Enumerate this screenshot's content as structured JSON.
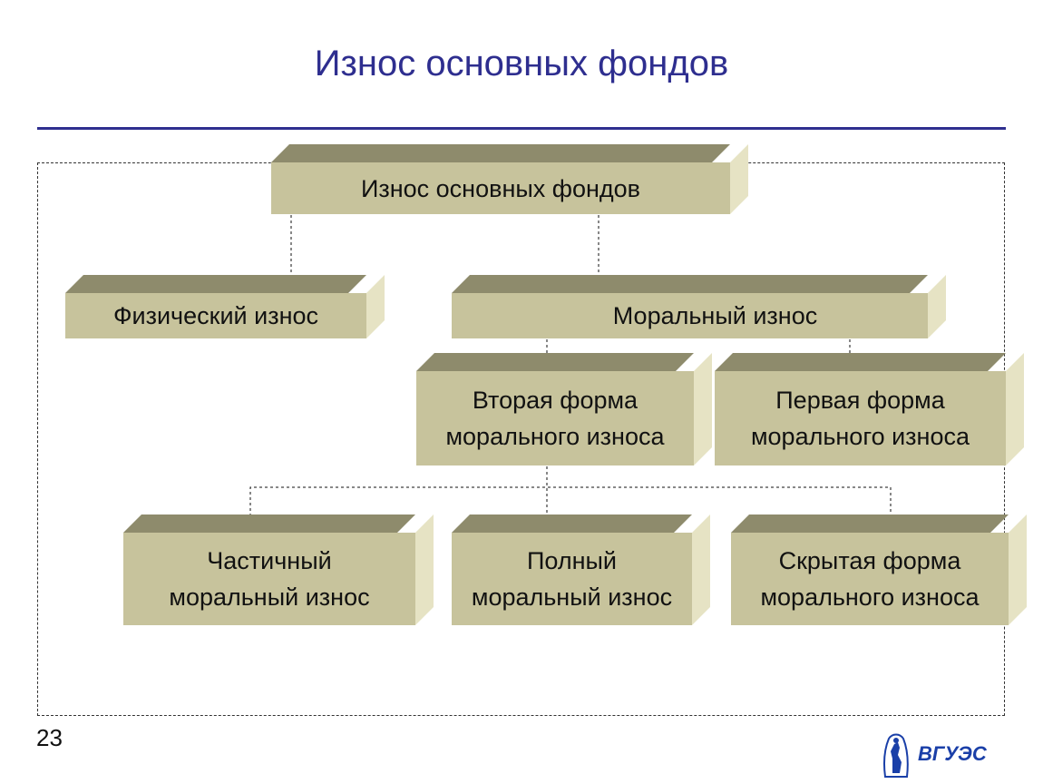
{
  "slide": {
    "title": "Износ основных фондов",
    "page_number": "23",
    "logo_text": "ВГУЭС"
  },
  "diagram": {
    "root": "Износ основных фондов",
    "physical": "Физический износ",
    "moral": "Моральный износ",
    "second_form": [
      "Вторая форма",
      "морального износа"
    ],
    "first_form": [
      "Первая форма",
      "морального износа"
    ],
    "partial": [
      "Частичный",
      "моральный износ"
    ],
    "full": [
      "Полный",
      "моральный износ"
    ],
    "hidden": [
      "Скрытая форма",
      "морального износа"
    ]
  },
  "colors": {
    "title_blue": "#2e2e8f",
    "box_face": "#c7c39c",
    "box_top": "#8e8b6c",
    "box_side": "#e6e3c4",
    "logo_blue": "#1a3fa8"
  }
}
